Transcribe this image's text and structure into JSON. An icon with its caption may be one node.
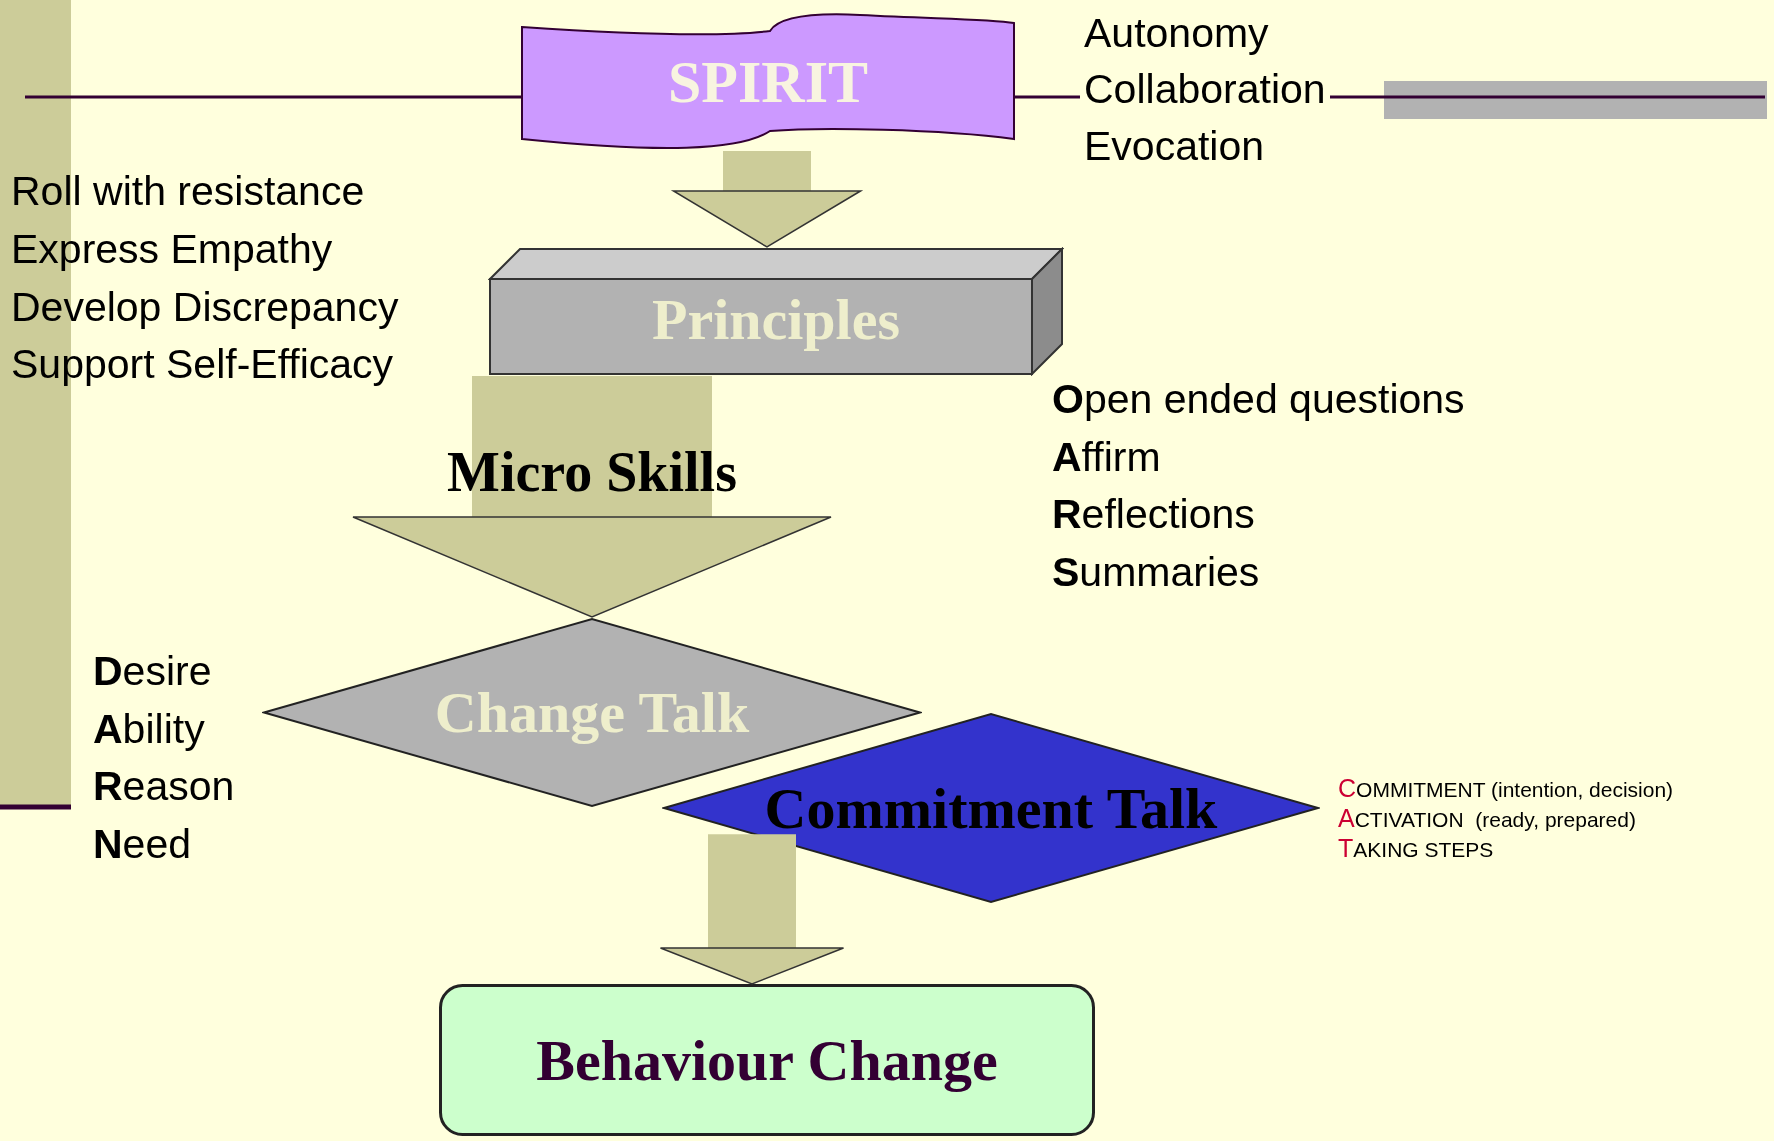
{
  "diagram": {
    "nodes": [
      {
        "text": [
          "SPIRIT"
        ],
        "beside": [
          "Autonomy",
          "Collaboration",
          "Evocation"
        ]
      },
      {
        "text": [
          "Principles"
        ],
        "beside": [
          "Roll with resistance",
          "Express Empathy",
          "Develop Discrepancy",
          "Support Self-Efficacy"
        ]
      },
      {
        "text": [
          "Change Talk"
        ],
        "beside": [
          "**D**esire",
          "**A**bility",
          "**R**eason",
          "**N**eed"
        ]
      },
      {
        "text": [
          "Commitment Talk"
        ],
        "beside": [
          "COMMITMENT (intention, decision)",
          "ACTIVATION  (ready, prepared)",
          "TAKING STEPS"
        ]
      },
      {
        "text": [
          "Behaviour Change"
        ]
      }
    ],
    "edges": [
      {
        "from": 0,
        "to": 1,
        "arrow": "to"
      },
      {
        "from": 1,
        "to": 2,
        "arrow": "to",
        "label": "Micro Skills",
        "style": "thick"
      },
      {
        "from": 3,
        "to": 4,
        "arrow": "to"
      }
    ],
    "labels": [
      "**O**pen ended questions",
      "**A**ffirm",
      "**R**eflections",
      "**S**ummaries"
    ]
  }
}
